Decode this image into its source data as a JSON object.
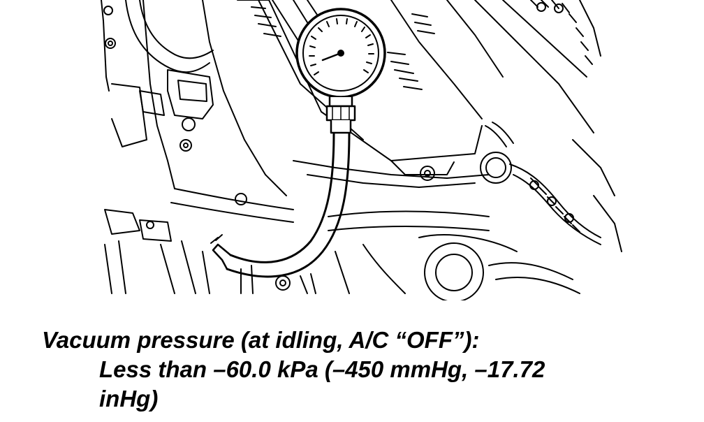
{
  "caption": {
    "line1": "Vacuum pressure (at idling, A/C “OFF”):",
    "line2": "Less than –60.0 kPa (–450 mmHg, –17.72",
    "line3": "inHg)"
  },
  "figure": {
    "gauge_icon": "vacuum-gauge-icon",
    "hose_icon": "vacuum-hose-icon",
    "engine_icon": "engine-bay-icon",
    "ink_color": "#000000",
    "background": "#ffffff"
  }
}
